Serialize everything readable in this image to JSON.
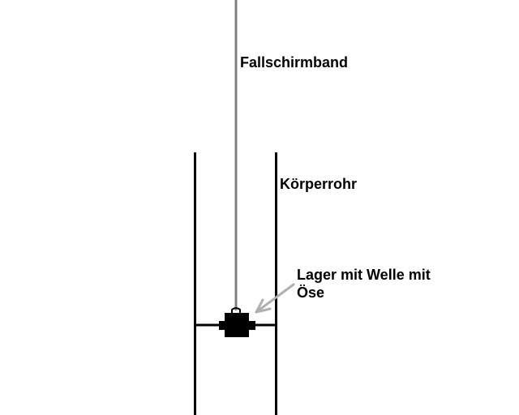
{
  "labels": {
    "strap": "Fallschirmband",
    "tube": "Körperrohr",
    "bearing_line1": "Lager mit Welle mit",
    "bearing_line2": "Öse"
  },
  "colors": {
    "background": "#ffffff",
    "ink": "#000000",
    "strap": "#808080",
    "arrow": "#b0b0b0"
  }
}
